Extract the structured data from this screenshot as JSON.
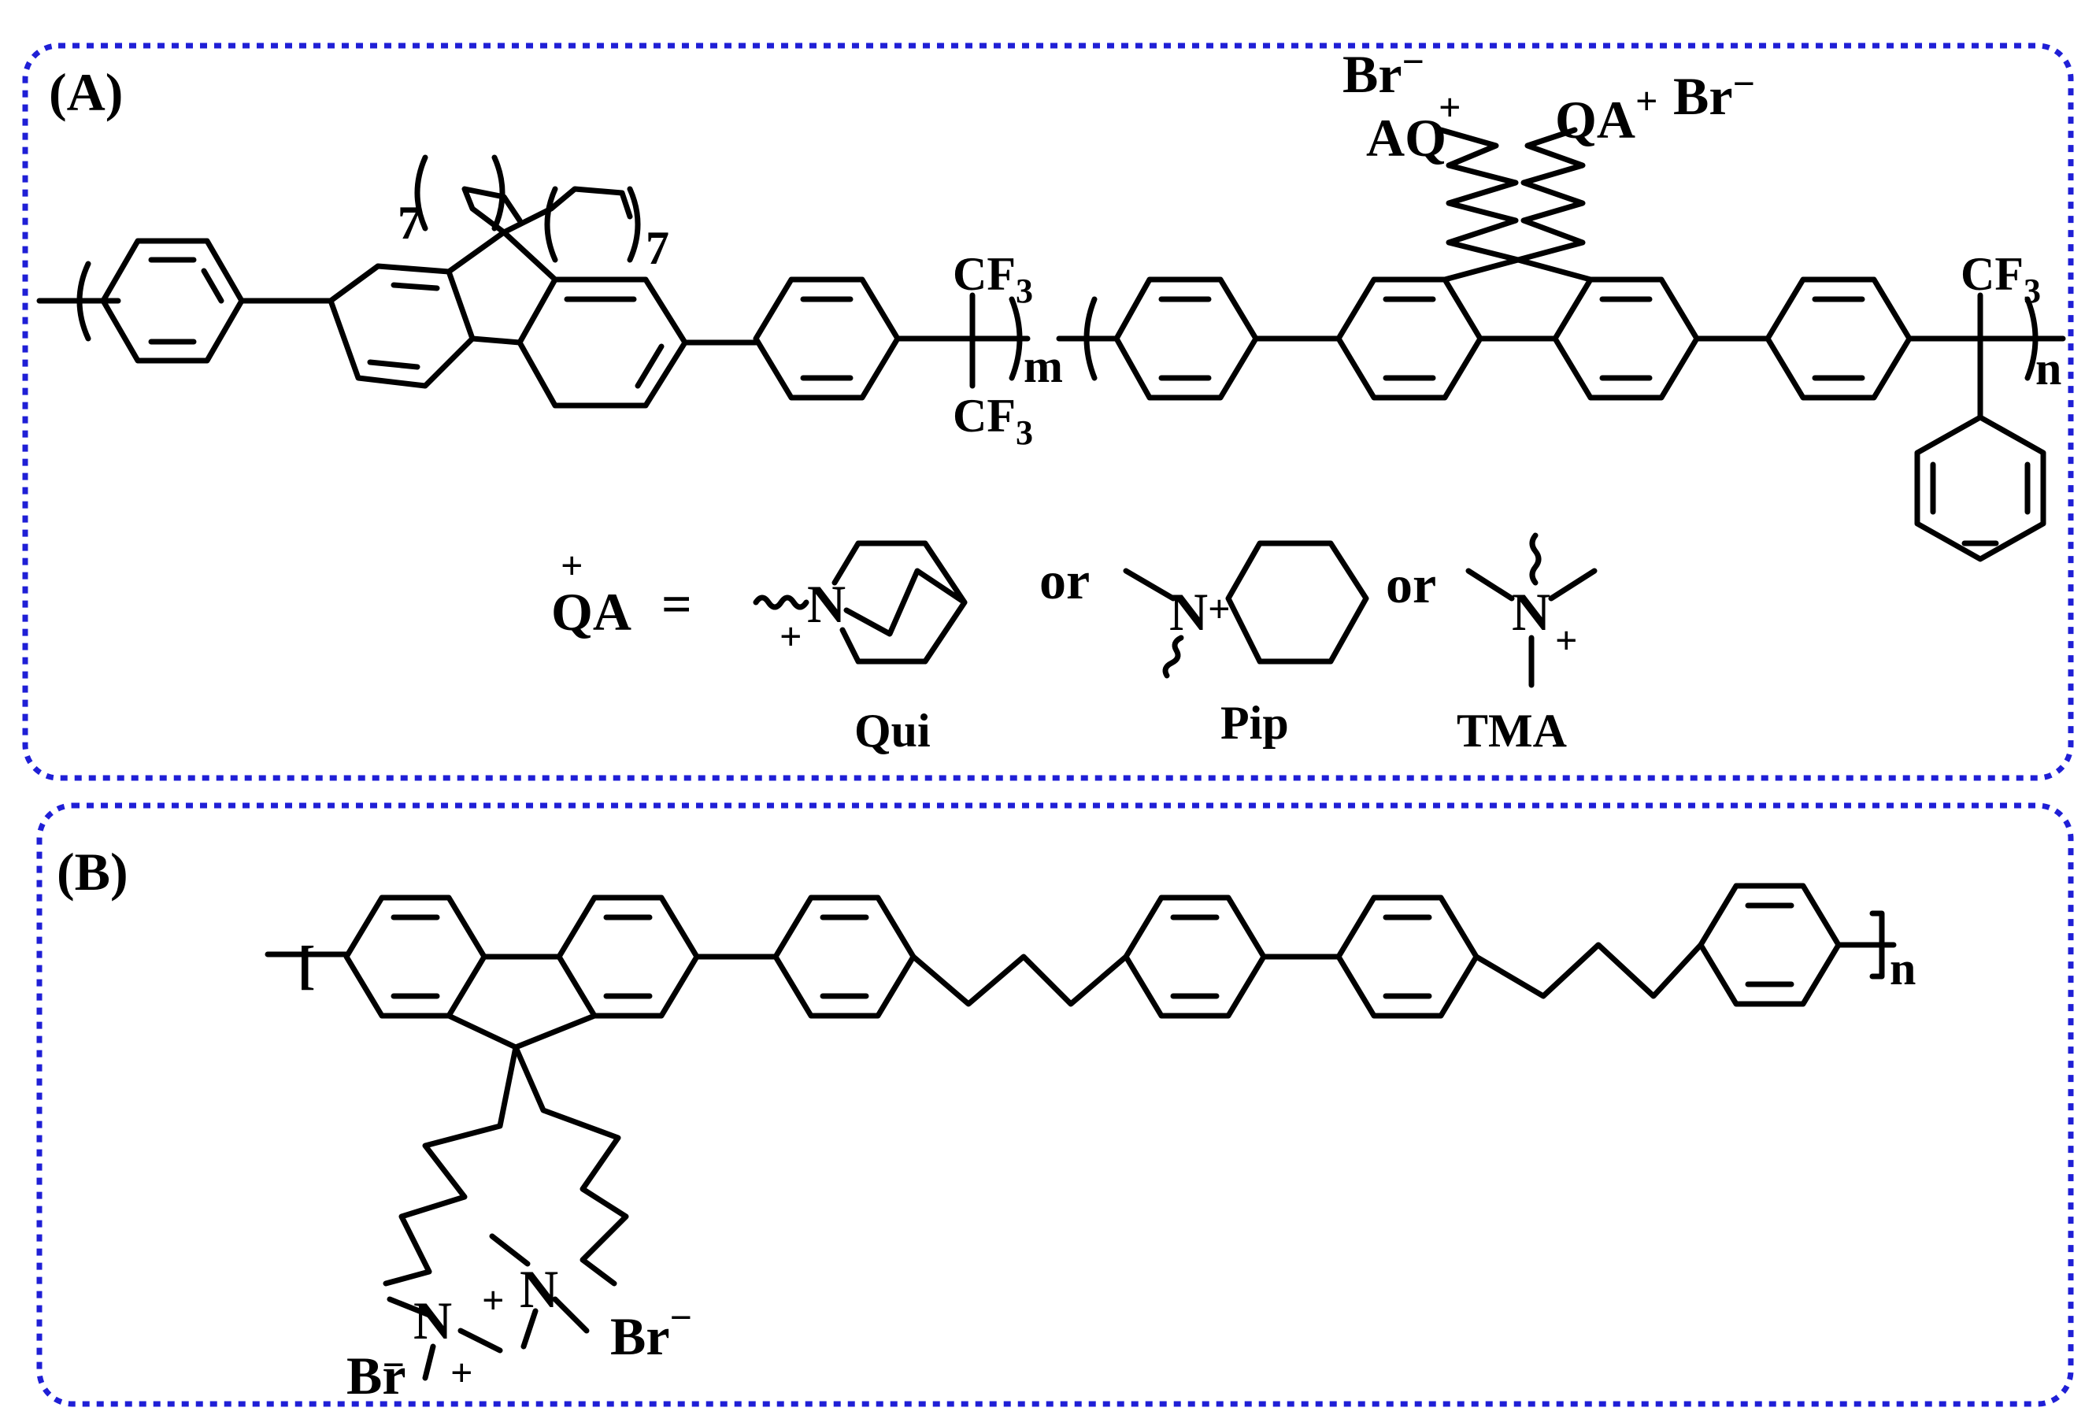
{
  "panels": {
    "a": {
      "label": "(A)",
      "repeat_m": "m",
      "repeat_n": "n",
      "alkyl_count_left": "7",
      "alkyl_count_right": "7",
      "cf3_group": "CF",
      "cf3_subscript": "3",
      "counterion": "Br",
      "minus": "−",
      "plus": "+",
      "qa_left": "AQ",
      "qa_right": "QA",
      "qa_definition_label": "QA",
      "qa_equals": "=",
      "or_text": "or",
      "nitrogen": "N",
      "qa_options": [
        "Qui",
        "Pip",
        "TMA"
      ]
    },
    "b": {
      "label": "(B)",
      "repeat_n": "n",
      "bracket_open": "[",
      "counterion": "Br",
      "minus": "−",
      "plus": "+",
      "nitrogen": "N"
    }
  },
  "colors": {
    "frame": "#1f1fd6",
    "ink": "#000000",
    "background": "#ffffff"
  }
}
